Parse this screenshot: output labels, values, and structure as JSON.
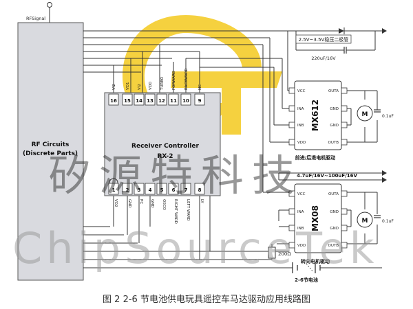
{
  "diagram": {
    "rf_signal": "RFSignal",
    "rf_block": {
      "line1": "RF Circuits",
      "line2": "(Discrete Parts)"
    },
    "controller": {
      "title": "Receiver Controller",
      "part": "RX-2",
      "top_pins": [
        {
          "num": "16",
          "name": "VI2"
        },
        {
          "num": "15",
          "name": "VO1"
        },
        {
          "num": "14",
          "name": "VI2"
        },
        {
          "num": "13",
          "name": "VDD"
        },
        {
          "num": "12",
          "name": "TURBO"
        },
        {
          "num": "11",
          "name": "FORWARD"
        },
        {
          "num": "10",
          "name": "BACKWARD"
        },
        {
          "num": "9",
          "name": "NC"
        }
      ],
      "bottom_pins": [
        {
          "num": "1",
          "name": "VO2"
        },
        {
          "num": "2",
          "name": "GND"
        },
        {
          "num": "3",
          "name": "PC"
        },
        {
          "num": "4",
          "name": "GND"
        },
        {
          "num": "5",
          "name": "OSCO"
        },
        {
          "num": "6",
          "name": "RIGHT WARD"
        },
        {
          "num": "7",
          "name": "LEFT WARD"
        },
        {
          "num": "8",
          "name": "LY"
        }
      ]
    },
    "mx612": {
      "name": "MX612",
      "left_pins": [
        "VCC",
        "INA",
        "INB",
        "VDD"
      ],
      "right_pins": [
        "OUTA",
        "GND",
        "GND",
        "OUTB"
      ],
      "cap": "0.1uF",
      "caption": "前进/后退电机驱动"
    },
    "mx08": {
      "name": "MX08",
      "left_pins": [
        "VCC",
        "INA",
        "INB",
        "VDD"
      ],
      "right_pins": [
        "OUTA",
        "GND",
        "GND",
        "OUTB"
      ],
      "cap": "0.1uF",
      "caption": "转向电机驱动"
    },
    "regulator": "2.5V~3.5V稳压二极管",
    "reg_cap": "220uF/16V",
    "bulk_cap": "4.7uF/16V~100uF/16V",
    "resistor": "200Ω",
    "battery": "2-6节电池",
    "motor_label": "M"
  },
  "watermark": {
    "line1": "矽源特科技",
    "line2": "ChipSourceTek"
  },
  "caption": "图 2   2-6 节电池供电玩具遥控车马达驱动应用线路图",
  "colors": {
    "logo": "#f2c200",
    "line": "#2b2b2b",
    "box_fill": "#d9dadf"
  }
}
